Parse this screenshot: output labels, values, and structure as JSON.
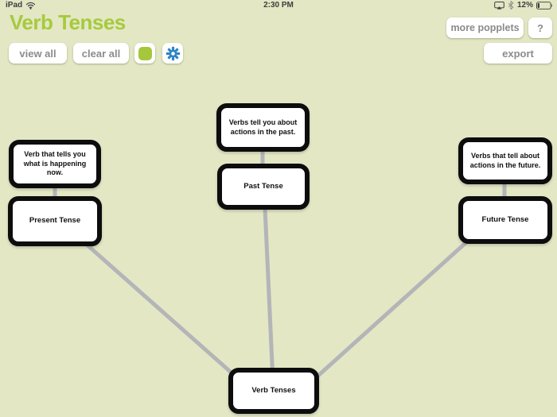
{
  "status_bar": {
    "device": "iPad",
    "time": "2:30 PM",
    "battery_percent": "12%"
  },
  "header": {
    "title": "Verb Tenses",
    "more_popplets": "more popplets",
    "help": "?",
    "export": "export"
  },
  "toolbar": {
    "view_all": "view all",
    "clear_all": "clear all",
    "color_swatch": "#a6c73c",
    "gear_color": "#2e86c8"
  },
  "colors": {
    "background": "#e3e7c4",
    "accent_green": "#a6ca3d",
    "connector_gray": "#b3b5b8",
    "node_border": "#0d0d0d",
    "button_text": "#8b8b8b"
  },
  "icons": {
    "wifi": "wifi-icon",
    "screen_mirroring": "screen-mirroring-icon",
    "bluetooth": "bluetooth-icon",
    "battery": "battery-icon",
    "gear": "gear-icon",
    "color_swatch": "color-swatch"
  },
  "mindmap": {
    "nodes": [
      {
        "id": "root",
        "label": "Verb Tenses"
      },
      {
        "id": "present",
        "label": "Present Tense"
      },
      {
        "id": "present_desc",
        "label": "Verb that tells you\nwhat is happening\nnow."
      },
      {
        "id": "past",
        "label": "Past Tense"
      },
      {
        "id": "past_desc",
        "label": "Verbs tell you about\nactions in the past."
      },
      {
        "id": "future",
        "label": "Future Tense"
      },
      {
        "id": "future_desc",
        "label": "Verbs that tell about\nactions in the future."
      }
    ],
    "connections": [
      [
        "root",
        "present"
      ],
      [
        "root",
        "past"
      ],
      [
        "root",
        "future"
      ],
      [
        "present",
        "present_desc"
      ],
      [
        "past",
        "past_desc"
      ],
      [
        "future",
        "future_desc"
      ]
    ]
  }
}
